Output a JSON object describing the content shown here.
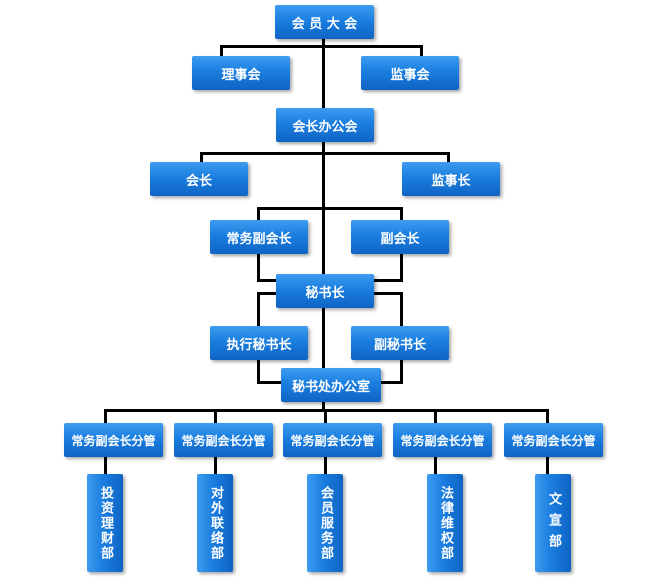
{
  "top": {
    "assembly": "会 员 大 会"
  },
  "level2": {
    "council": "理事会",
    "supervisory": "监事会"
  },
  "office": {
    "president_office": "会长办公会"
  },
  "level4": {
    "president": "会长",
    "chief_supervisor": "监事长"
  },
  "vice": {
    "executive_vice_president": "常务副会长",
    "vice_president": "副会长"
  },
  "secretary": {
    "secretary_general": "秘书长"
  },
  "deputy": {
    "executive_secretary": "执行秘书长",
    "deputy_secretary": "副秘书长"
  },
  "secretariat": {
    "office": "秘书处办公室"
  },
  "managers": [
    {
      "label": "常务副会长分管"
    },
    {
      "label": "常务副会长分管"
    },
    {
      "label": "常务副会长分管"
    },
    {
      "label": "常务副会长分管"
    },
    {
      "label": "常务副会长分管"
    }
  ],
  "departments": [
    {
      "label": "投资理财部"
    },
    {
      "label": "对外联络部"
    },
    {
      "label": "会员服务部"
    },
    {
      "label": "法律维权部"
    },
    {
      "label": "文宣部"
    }
  ]
}
